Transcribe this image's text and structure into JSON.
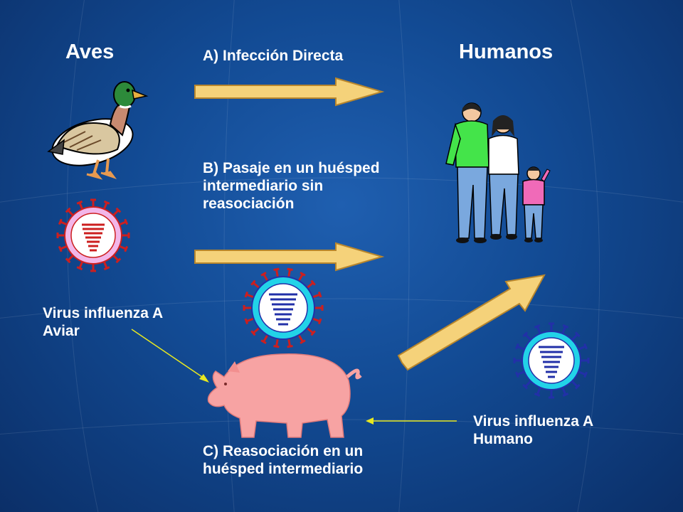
{
  "headings": {
    "birds": "Aves",
    "humans": "Humanos"
  },
  "routes": {
    "a": "A) Infección Directa",
    "b": "B) Pasaje en un huésped\nintermediario sin\nreasociación",
    "c": "C) Reasociación en un\nhuésped intermediario"
  },
  "virus_labels": {
    "avian": "Virus influenza A\nAviar",
    "human": "Virus influenza A\nHumano"
  },
  "colors": {
    "arrow_fill": "#f5d27a",
    "arrow_outline": "#b8862c",
    "avian_envelope": "#f2b6e8",
    "avian_spikes": "#cc1f1f",
    "human_envelope": "#22d3e8",
    "human_spikes": "#2230a8",
    "pig": "#f7a3a3",
    "pointer_line": "#e8e820"
  }
}
